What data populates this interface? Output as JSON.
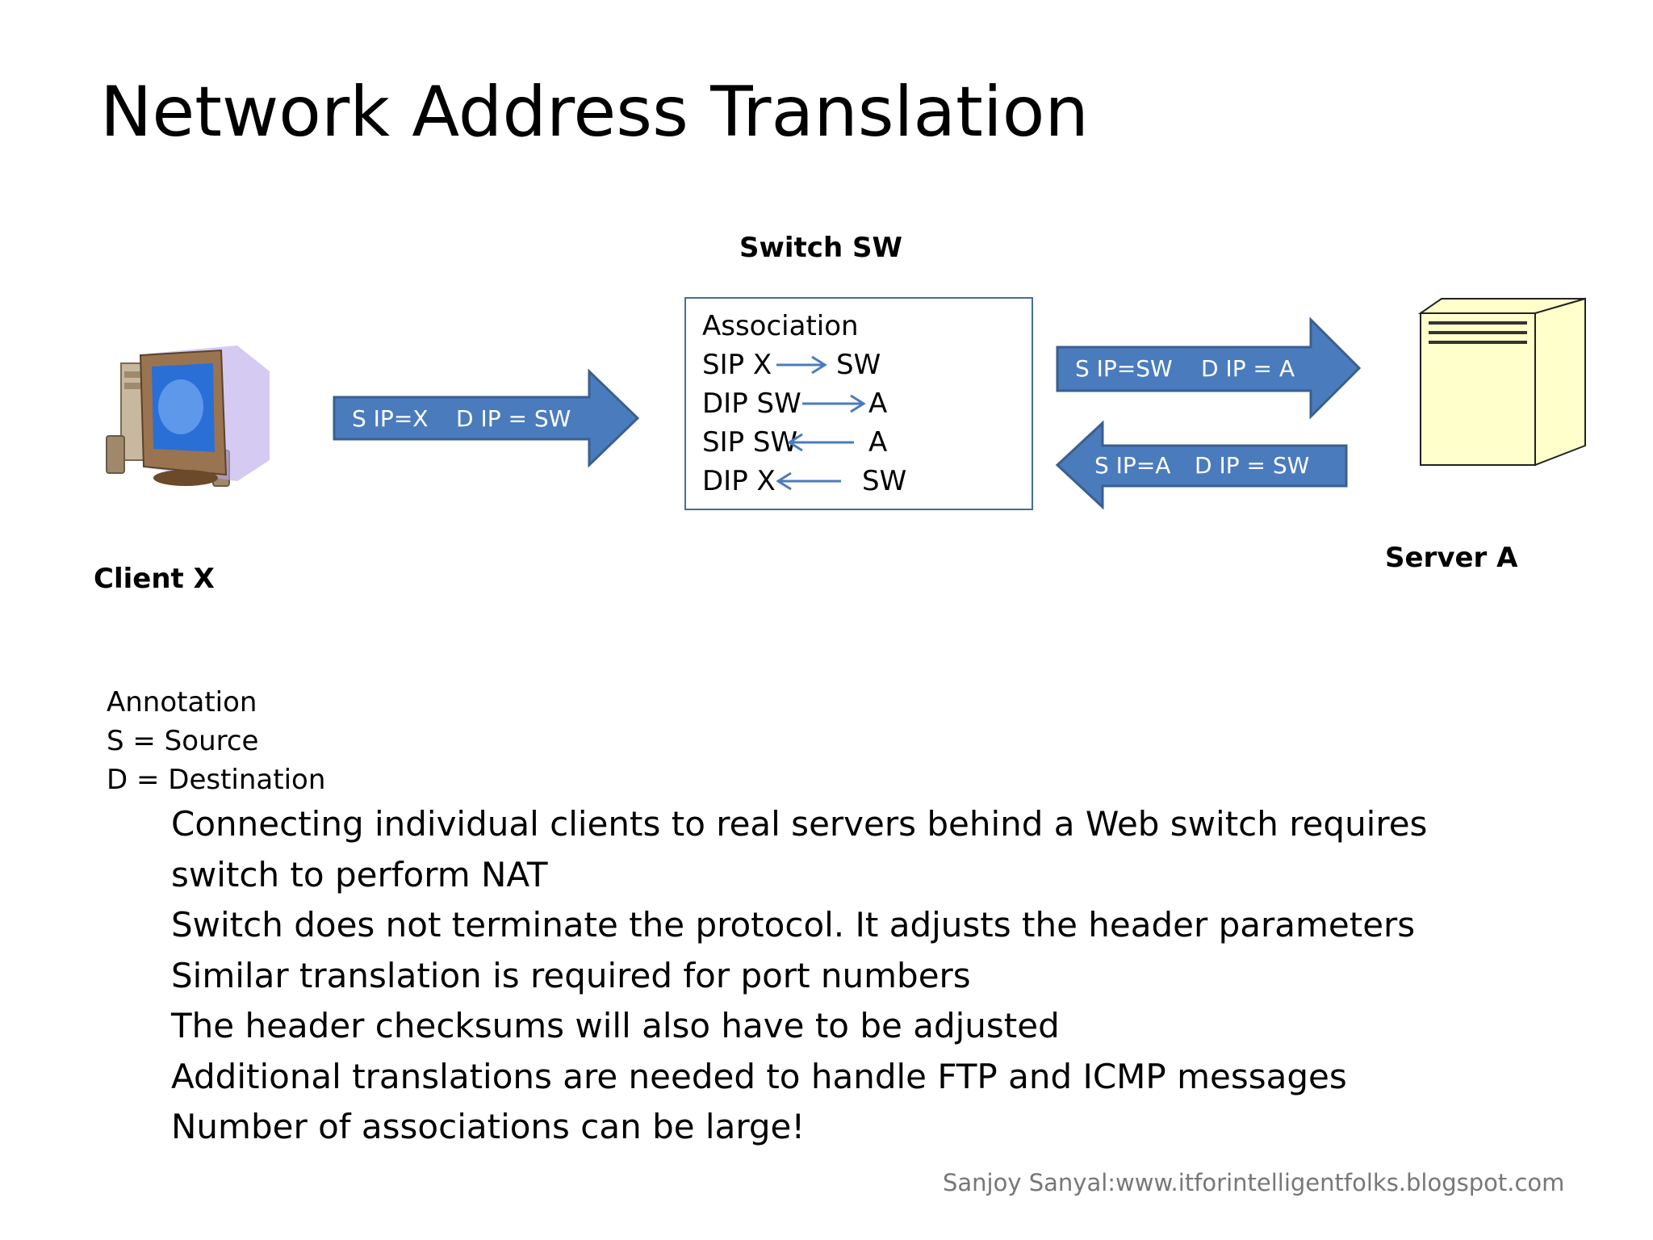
{
  "title": "Network Address Translation",
  "switch_label": "Switch SW",
  "client_label": "Client X",
  "server_label": "Server A",
  "association": {
    "heading": "Association",
    "rows": [
      {
        "left": "SIP X",
        "right": "SW",
        "direction": "right"
      },
      {
        "left": "DIP SW",
        "right": "A",
        "direction": "right"
      },
      {
        "left": "SIP SW",
        "right": "A",
        "direction": "left"
      },
      {
        "left": "DIP X",
        "right": "SW",
        "direction": "left"
      }
    ]
  },
  "arrows": {
    "client_to_switch": {
      "sip": "S IP=X",
      "dip": "D IP = SW"
    },
    "switch_to_server": {
      "sip": "S IP=SW",
      "dip": "D IP = A"
    },
    "server_to_switch": {
      "sip": "S IP=A",
      "dip": "D IP = SW"
    }
  },
  "annotation": {
    "heading": "Annotation",
    "lines": [
      "S = Source",
      "D = Destination"
    ]
  },
  "bullets": [
    "Connecting individual clients to real servers behind a Web switch requires",
    "switch to perform NAT",
    "Switch does not terminate the protocol. It adjusts the header parameters",
    "Similar translation is required for port numbers",
    "The header checksums will also have to be adjusted",
    "Additional translations are needed to handle FTP and ICMP messages",
    "Number of associations can be large!"
  ],
  "credit": "Sanjoy Sanyal:www.itforintelligentfolks.blogspot.com",
  "colors": {
    "arrow_fill": "#4a7bbd",
    "arrow_stroke": "#3a5f8f",
    "server_fill": "#ffffcc",
    "assoc_border": "#4a6d94"
  }
}
